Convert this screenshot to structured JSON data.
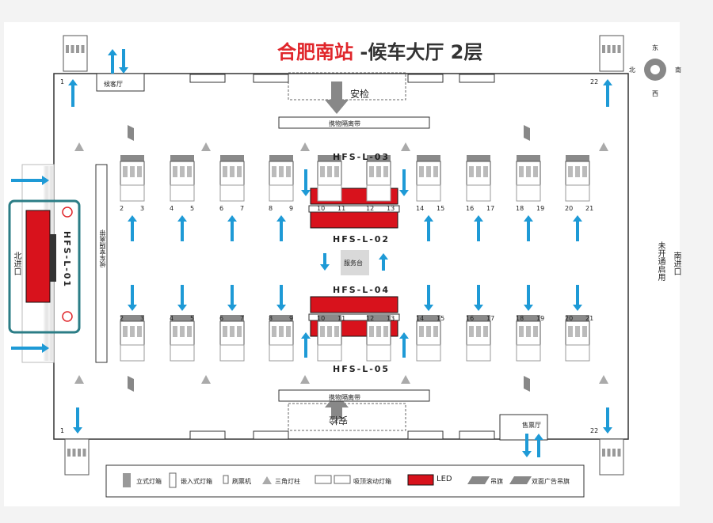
{
  "title": {
    "station": "合肥南站",
    "rest": "-候车大厅 2层"
  },
  "compass": {
    "north": "北",
    "south": "南",
    "east": "东",
    "west": "西"
  },
  "areas": {
    "waiting_hall": "候客厅",
    "waiting_hall_bottom": "售票厅",
    "security_top": "安检",
    "security_bottom": "安检",
    "luggage_belt_top": "携物隔离带",
    "luggage_belt_bottom": "携物隔离带",
    "side_corridor": "候车室隔离带",
    "service_desk": "服务台",
    "north_entrance": "北进口",
    "south_entrance": "南进口",
    "south_not_open": "未开通启用"
  },
  "screens": {
    "l01": "HFS-L-01",
    "l02": "HFS-L-02",
    "l03": "HFS-L-03",
    "l04": "HFS-L-04",
    "l05": "HFS-L-05"
  },
  "gate_numbers": {
    "corner_tl": "1",
    "corner_tr": "22",
    "corner_bl": "1",
    "corner_br": "22",
    "top_row": [
      "2",
      "3",
      "4",
      "5",
      "6",
      "7",
      "8",
      "9",
      "10",
      "11",
      "12",
      "13",
      "14",
      "15",
      "16",
      "17",
      "18",
      "19",
      "20",
      "21"
    ],
    "bottom_row": [
      "2",
      "3",
      "4",
      "5",
      "6",
      "7",
      "8",
      "9",
      "10",
      "11",
      "12",
      "13",
      "14",
      "15",
      "16",
      "17",
      "18",
      "19",
      "20",
      "21"
    ]
  },
  "legend": {
    "standing_lightbox": "立式灯箱",
    "embedded_lightbox": "嵌入式灯箱",
    "ticket_machine": "刷票机",
    "triangle_column": "三角灯柱",
    "hanging_scroll_box": "吸顶滚动灯箱",
    "led": "LED",
    "hanging_flag": "吊旗",
    "double_ad_flag": "双面广告吊旗"
  },
  "colors": {
    "led": "#d8121c",
    "arrow": "#1e9ad6",
    "accent": "#e0262b",
    "frame": "#2b7d86"
  }
}
